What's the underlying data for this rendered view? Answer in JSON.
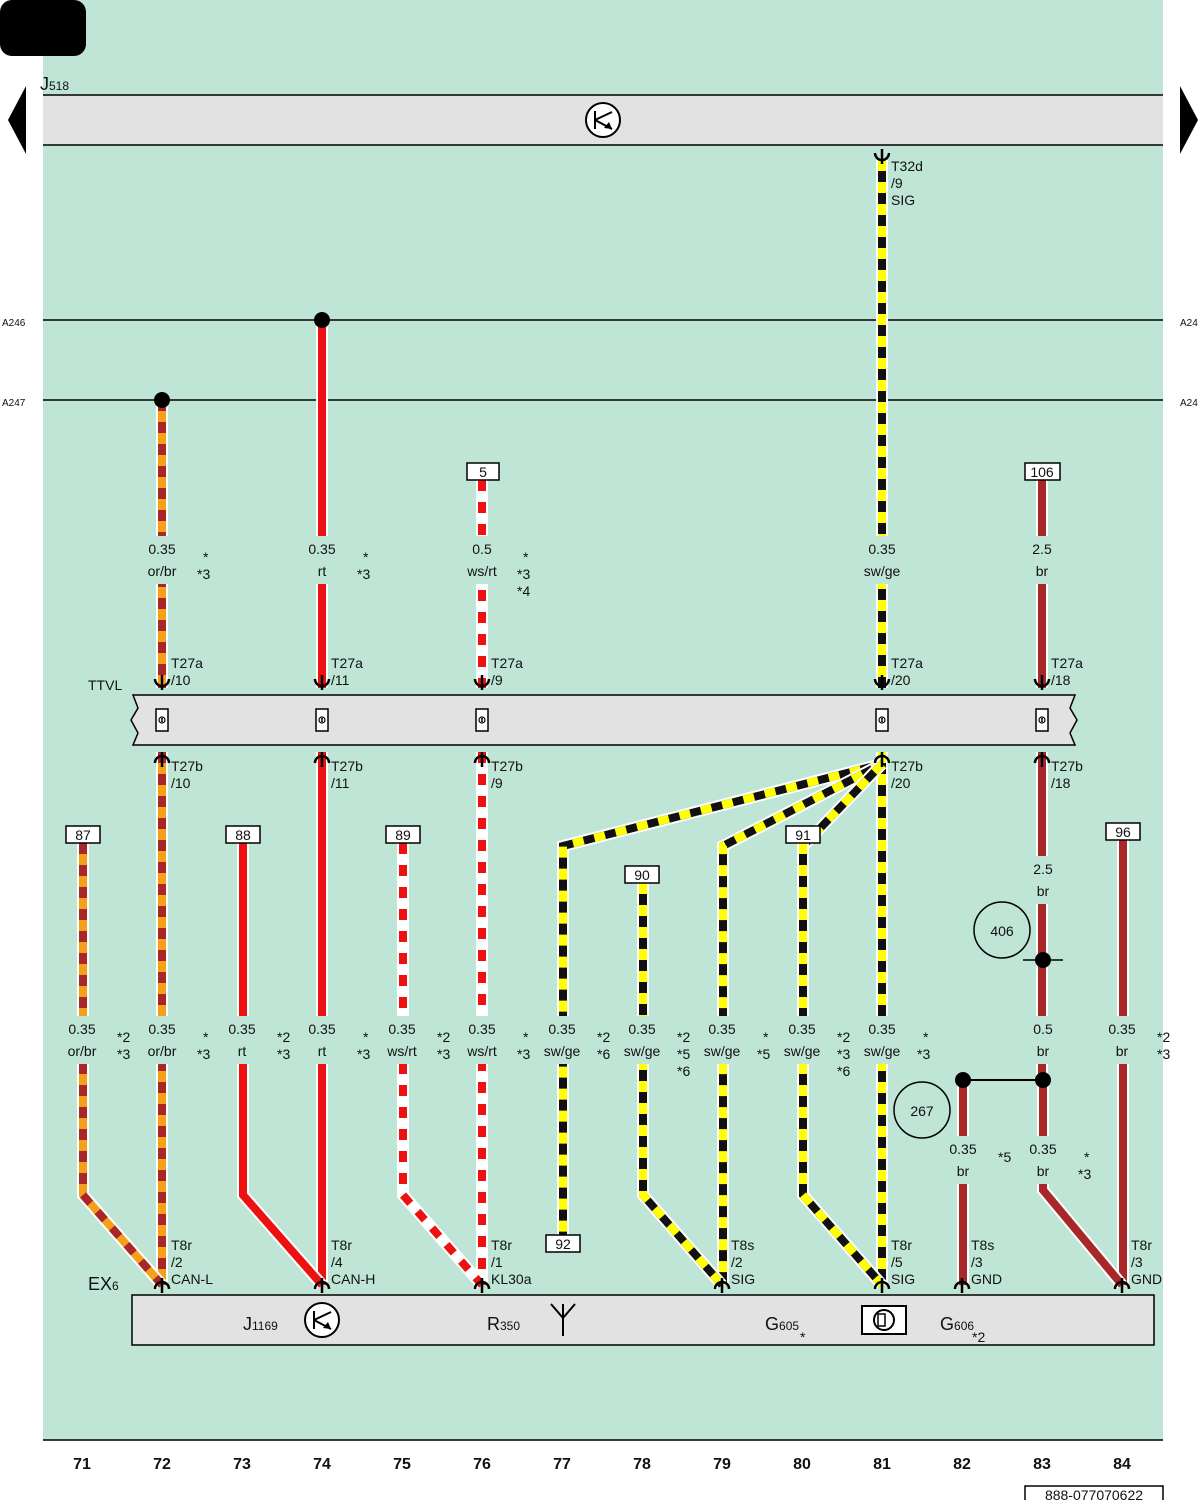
{
  "page_badge": "",
  "doc_number": "888-077070622",
  "buses": [
    {
      "id": "A246",
      "label": "A246",
      "label_right": "A24"
    },
    {
      "id": "A247",
      "label": "A247",
      "label_right": "A24"
    }
  ],
  "modules": {
    "top": {
      "name": "J",
      "sub": "518"
    },
    "ttvl": {
      "name": "TTVL"
    },
    "bottom": {
      "prefix": "EX",
      "sub": "6",
      "parts": [
        {
          "name": "J",
          "sub": "1169",
          "note": ""
        },
        {
          "name": "R",
          "sub": "350",
          "note": ""
        },
        {
          "name": "G",
          "sub": "605",
          "note": "*"
        },
        {
          "name": "G",
          "sub": "606",
          "note": "*2"
        }
      ]
    }
  },
  "columns": [
    "71",
    "72",
    "73",
    "74",
    "75",
    "76",
    "77",
    "78",
    "79",
    "80",
    "81",
    "82",
    "83",
    "84"
  ],
  "ref_boxes": [
    "5",
    "106",
    "87",
    "88",
    "89",
    "90",
    "91",
    "96",
    "92"
  ],
  "circle_refs": [
    "406",
    "267"
  ],
  "upper_wires": [
    {
      "col": "72",
      "size": "0.35",
      "color": "or/br",
      "notes": [
        "*",
        "*3"
      ]
    },
    {
      "col": "74",
      "size": "0.35",
      "color": "rt",
      "notes": [
        "*",
        "*3"
      ]
    },
    {
      "col": "76",
      "size": "0.5",
      "color": "ws/rt",
      "notes": [
        "*",
        "*3",
        "*4"
      ]
    },
    {
      "col": "81",
      "size": "0.35",
      "color": "sw/ge",
      "notes": []
    },
    {
      "col": "83",
      "size": "2.5",
      "color": "br",
      "notes": []
    }
  ],
  "ttvl_pins_top": [
    {
      "conn": "T27a",
      "pin": "/10"
    },
    {
      "conn": "T27a",
      "pin": "/11"
    },
    {
      "conn": "T27a",
      "pin": "/9"
    },
    {
      "conn": "T27a",
      "pin": "/20"
    },
    {
      "conn": "T27a",
      "pin": "/18"
    }
  ],
  "ttvl_pins_bottom": [
    {
      "conn": "T27b",
      "pin": "/10"
    },
    {
      "conn": "T27b",
      "pin": "/11"
    },
    {
      "conn": "T27b",
      "pin": "/9"
    },
    {
      "conn": "T27b",
      "pin": "/20"
    },
    {
      "conn": "T27b",
      "pin": "/18"
    }
  ],
  "top_pin": {
    "conn": "T32d",
    "pin": "/9",
    "signal": "SIG"
  },
  "lower_wires": [
    {
      "col": "71",
      "size": "0.35",
      "color": "or/br",
      "notes": [
        "*2",
        "*3"
      ]
    },
    {
      "col": "72",
      "size": "0.35",
      "color": "or/br",
      "notes": [
        "*",
        "*3"
      ]
    },
    {
      "col": "73",
      "size": "0.35",
      "color": "rt",
      "notes": [
        "*2",
        "*3"
      ]
    },
    {
      "col": "74",
      "size": "0.35",
      "color": "rt",
      "notes": [
        "*",
        "*3"
      ]
    },
    {
      "col": "75",
      "size": "0.35",
      "color": "ws/rt",
      "notes": [
        "*2",
        "*3"
      ]
    },
    {
      "col": "76",
      "size": "0.35",
      "color": "ws/rt",
      "notes": [
        "*",
        "*3"
      ]
    },
    {
      "col": "77",
      "size": "0.35",
      "color": "sw/ge",
      "notes": [
        "*2",
        "*6"
      ]
    },
    {
      "col": "78",
      "size": "0.35",
      "color": "sw/ge",
      "notes": [
        "*2",
        "*5",
        "*6"
      ]
    },
    {
      "col": "79",
      "size": "0.35",
      "color": "sw/ge",
      "notes": [
        "*",
        "*5"
      ]
    },
    {
      "col": "80",
      "size": "0.35",
      "color": "sw/ge",
      "notes": [
        "*2",
        "*3",
        "*6"
      ]
    },
    {
      "col": "81",
      "size": "0.35",
      "color": "sw/ge",
      "notes": [
        "*",
        "*3"
      ]
    },
    {
      "col": "83",
      "size": "0.5",
      "color": "br",
      "notes": []
    },
    {
      "col": "84",
      "size": "0.35",
      "color": "br",
      "notes": [
        "*2",
        "*3"
      ]
    }
  ],
  "mid_wire_83": {
    "size": "2.5",
    "color": "br"
  },
  "gnd_wires": [
    {
      "col": "82",
      "size": "0.35",
      "color": "br",
      "notes": [
        "*5"
      ]
    },
    {
      "col": "83",
      "size": "0.35",
      "color": "br",
      "notes": [
        "*",
        "*3"
      ]
    }
  ],
  "bottom_pins": [
    {
      "conn": "T8r",
      "pin": "/2",
      "signal": "CAN-L"
    },
    {
      "conn": "T8r",
      "pin": "/4",
      "signal": "CAN-H"
    },
    {
      "conn": "T8r",
      "pin": "/1",
      "signal": "KL30a"
    },
    {
      "conn": "T8s",
      "pin": "/2",
      "signal": "SIG"
    },
    {
      "conn": "T8r",
      "pin": "/5",
      "signal": "SIG"
    },
    {
      "conn": "T8s",
      "pin": "/3",
      "signal": "GND"
    },
    {
      "conn": "T8r",
      "pin": "/3",
      "signal": "GND"
    }
  ],
  "wire_colors": {
    "or": "#f5a01a",
    "br": "#a8282a",
    "rt": "#ee1111",
    "ws": "#ffffff",
    "sw": "#111111",
    "ge": "#ffff00"
  },
  "background": "#bfe5d6",
  "module_fill": "#e2e2e2"
}
